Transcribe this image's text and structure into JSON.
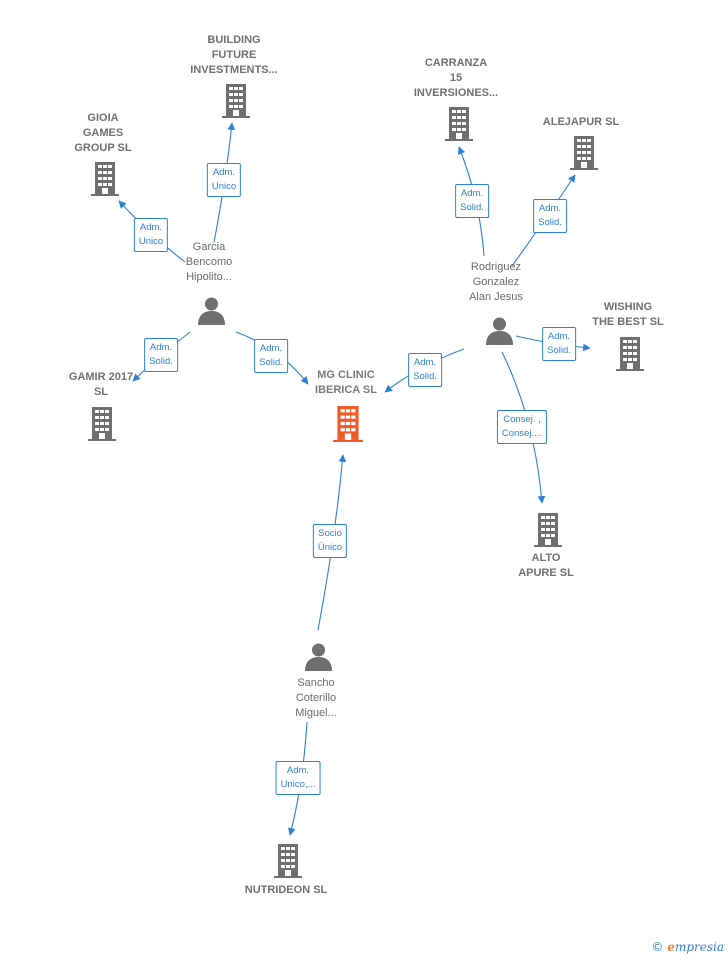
{
  "nodes": {
    "building_future": {
      "label": "BUILDING\nFUTURE\nINVESTMENTS...",
      "type": "company"
    },
    "carranza": {
      "label": "CARRANZA\n15\nINVERSIONES...",
      "type": "company"
    },
    "alejapur": {
      "label": "ALEJAPUR SL",
      "type": "company"
    },
    "gioia": {
      "label": "GIOIA\nGAMES\nGROUP  SL",
      "type": "company"
    },
    "garcia": {
      "label": "Garcia\nBencomo\nHipolito...",
      "type": "person"
    },
    "rodriguez": {
      "label": "Rodriguez\nGonzalez\nAlan Jesus",
      "type": "person"
    },
    "wishing": {
      "label": "WISHING\nTHE BEST  SL",
      "type": "company"
    },
    "gamir": {
      "label": "GAMIR 2017\nSL",
      "type": "company"
    },
    "mg_clinic": {
      "label": "MG CLINIC\nIBERICA  SL",
      "type": "focus"
    },
    "alto_apure": {
      "label": "ALTO\nAPURE SL",
      "type": "company"
    },
    "sancho": {
      "label": "Sancho\nCoterillo\nMiguel...",
      "type": "person"
    },
    "nutrideon": {
      "label": "NUTRIDEON SL",
      "type": "company"
    }
  },
  "edges": {
    "garcia_building": "Adm.\nUnico",
    "garcia_gioia": "Adm.\nUnico",
    "garcia_gamir": "Adm.\nSolid.",
    "garcia_mg": "Adm.\nSolid.",
    "rodriguez_carranza": "Adm.\nSolid.",
    "rodriguez_alejapur": "Adm.\nSolid.",
    "rodriguez_wishing": "Adm.\nSolid.",
    "rodriguez_mg": "Adm.\nSolid.",
    "rodriguez_alto": "Consej. ,\nConsej....",
    "sancho_mg": "Socio\nÚnico",
    "sancho_nutrideon": "Adm.\nUnico,..."
  },
  "colors": {
    "edge": "#2f7fd6",
    "company_icon": "#6f6f6f",
    "focus_icon": "#f05a28",
    "person_icon": "#6f6f6f"
  },
  "footer": {
    "copyright": "©",
    "brand_initial": "e",
    "brand_rest": "mpresia"
  }
}
